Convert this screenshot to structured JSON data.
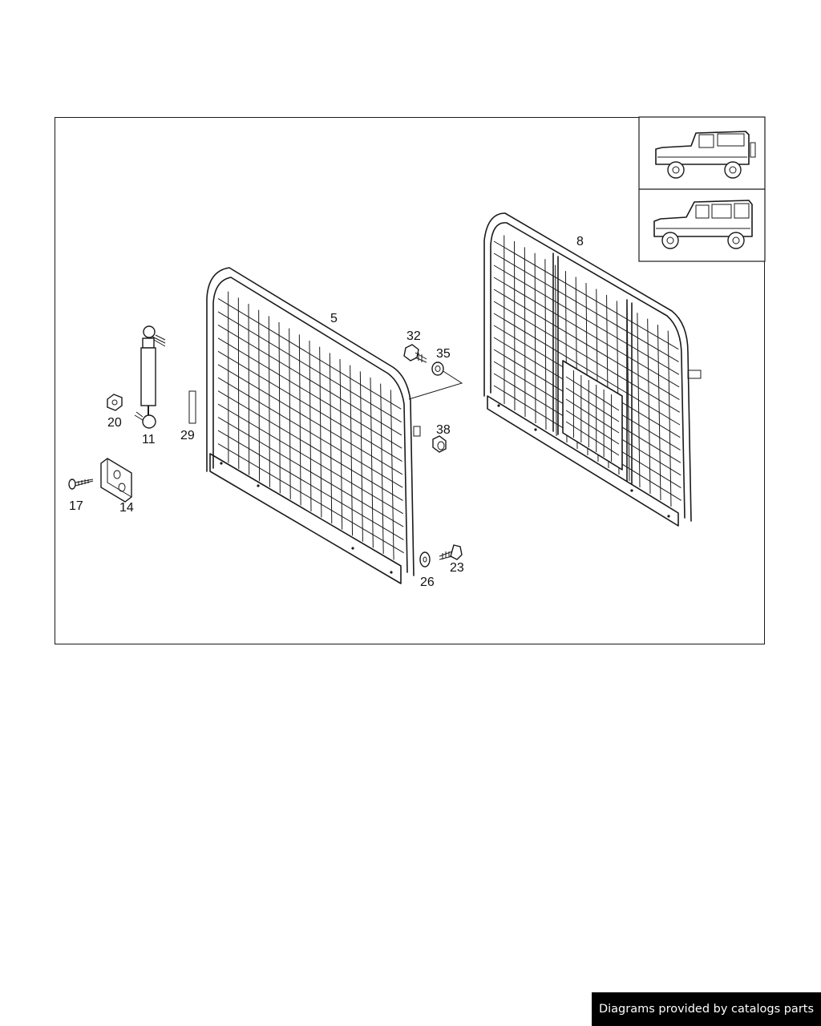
{
  "diagram": {
    "part_labels": [
      "5",
      "8",
      "32",
      "35",
      "38",
      "20",
      "11",
      "29",
      "17",
      "14",
      "26",
      "23"
    ],
    "thumbnails": [
      "vehicle-view-short-wheelbase",
      "vehicle-view-station-wagon"
    ]
  },
  "footer": {
    "text": "Diagrams provided by catalogs parts"
  }
}
